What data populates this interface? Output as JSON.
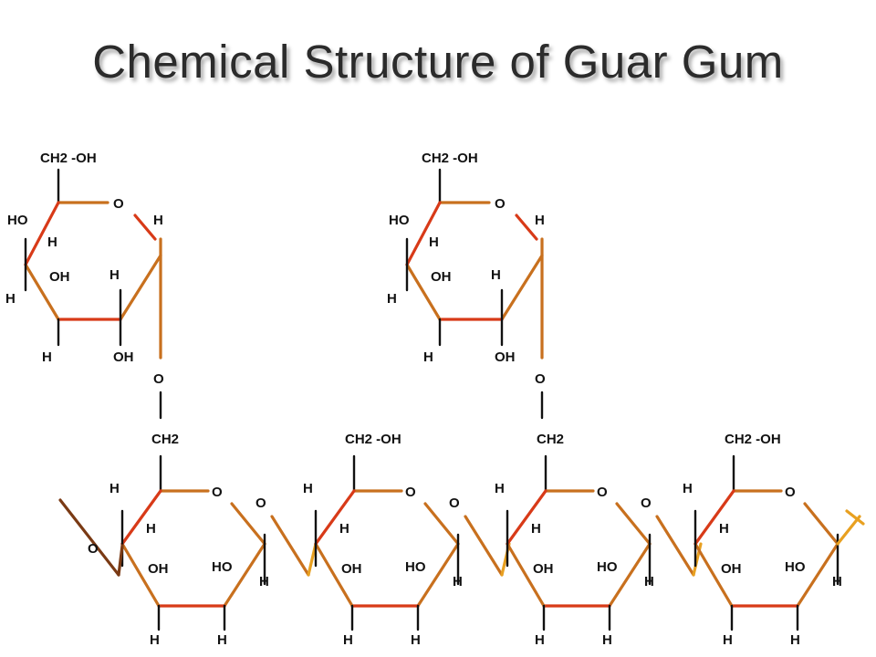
{
  "title": "Chemical Structure of Guar Gum",
  "colors": {
    "ring_outer": "#c8701e",
    "ring_inner": "#d83a18",
    "ring_yellow": "#e8a020",
    "text": "#111111",
    "title": "#2b2b2b"
  },
  "galactose_units": [
    {
      "ch2oh": "CH2 -OH",
      "o": "O",
      "h_right": "H",
      "ho": "HO",
      "h_in": "H",
      "oh": "OH",
      "h_mid": "H",
      "h_left": "H",
      "h_bottom": "H",
      "oh_bottom": "OH",
      "link_o": "O"
    },
    {
      "ch2oh": "CH2 -OH",
      "o": "O",
      "h_right": "H",
      "ho": "HO",
      "h_in": "H",
      "oh": "OH",
      "h_mid": "H",
      "h_left": "H",
      "h_bottom": "H",
      "oh_bottom": "OH",
      "link_o": "O"
    }
  ],
  "mannose_units": [
    {
      "ch2": "CH2",
      "h_left": "H",
      "o": "O",
      "h_in": "H",
      "oh": "OH",
      "ho": "HO",
      "h_right": "H",
      "h_bottom_left": "H",
      "h_bottom_right": "H",
      "link_o": "O"
    },
    {
      "ch2": "CH2 -OH",
      "h_left": "H",
      "o": "O",
      "h_in": "H",
      "oh": "OH",
      "ho": "HO",
      "h_right": "H",
      "h_bottom_left": "H",
      "h_bottom_right": "H",
      "link_o": "O"
    },
    {
      "ch2": "CH2",
      "h_left": "H",
      "o": "O",
      "h_in": "H",
      "oh": "OH",
      "ho": "HO",
      "h_right": "H",
      "h_bottom_left": "H",
      "h_bottom_right": "H",
      "link_o": "O"
    },
    {
      "ch2": "CH2 -OH",
      "h_left": "H",
      "o": "O",
      "h_in": "H",
      "oh": "OH",
      "ho": "HO",
      "h_right": "H",
      "h_bottom_left": "H",
      "h_bottom_right": "H",
      "link_o": ""
    }
  ],
  "chain_start_o": "O"
}
